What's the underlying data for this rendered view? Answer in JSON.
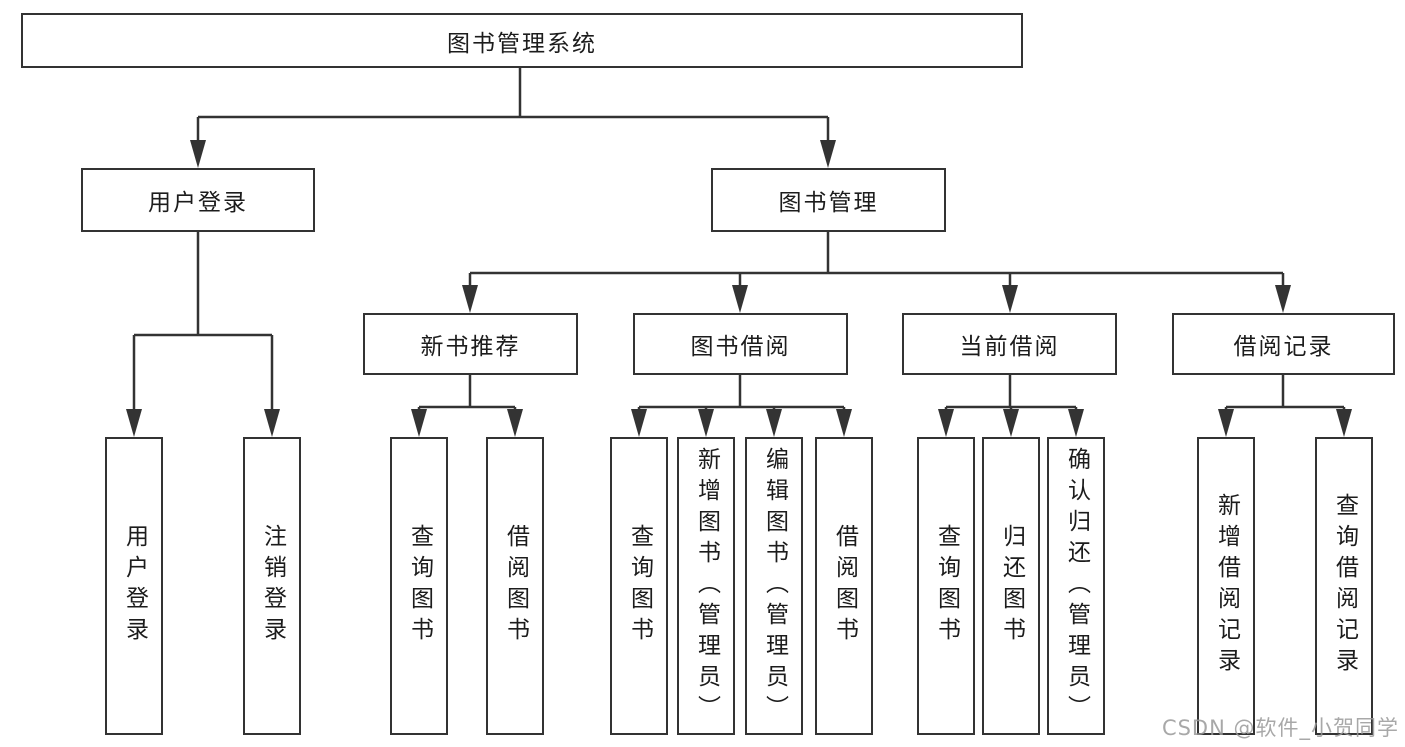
{
  "diagram": {
    "root": {
      "label": "图书管理系统"
    },
    "level2": [
      {
        "label": "用户登录"
      },
      {
        "label": "图书管理"
      }
    ],
    "level3": [
      {
        "parent": "图书管理",
        "label": "新书推荐"
      },
      {
        "parent": "图书管理",
        "label": "图书借阅"
      },
      {
        "parent": "图书管理",
        "label": "当前借阅"
      },
      {
        "parent": "图书管理",
        "label": "借阅记录"
      }
    ],
    "leaves": [
      {
        "parent": "用户登录",
        "label": "用户登录"
      },
      {
        "parent": "用户登录",
        "label": "注销登录"
      },
      {
        "parent": "新书推荐",
        "label": "查询图书"
      },
      {
        "parent": "新书推荐",
        "label": "借阅图书"
      },
      {
        "parent": "图书借阅",
        "label": "查询图书"
      },
      {
        "parent": "图书借阅",
        "label": "新增图书（管理员）"
      },
      {
        "parent": "图书借阅",
        "label": "编辑图书（管理员）"
      },
      {
        "parent": "图书借阅",
        "label": "借阅图书"
      },
      {
        "parent": "当前借阅",
        "label": "查询图书"
      },
      {
        "parent": "当前借阅",
        "label": "归还图书"
      },
      {
        "parent": "当前借阅",
        "label": "确认归还（管理员）"
      },
      {
        "parent": "借阅记录",
        "label": "新增借阅记录"
      },
      {
        "parent": "借阅记录",
        "label": "查询借阅记录"
      }
    ],
    "watermark": "CSDN @软件_小贺同学",
    "colors": {
      "line": "#333333",
      "text": "#1c1c1c",
      "watermark": "#9a9a9a",
      "background": "#ffffff"
    }
  }
}
